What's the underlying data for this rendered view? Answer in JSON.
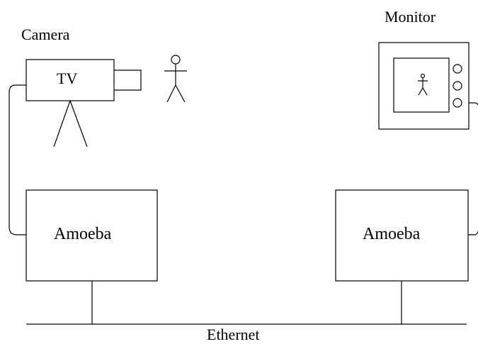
{
  "labels": {
    "camera": "Camera",
    "camera_body": "TV",
    "monitor": "Monitor",
    "amoeba_left": "Amoeba",
    "amoeba_right": "Amoeba",
    "ethernet": "Ethernet"
  },
  "colors": {
    "stroke": "#000000",
    "background": "#ffffff"
  }
}
